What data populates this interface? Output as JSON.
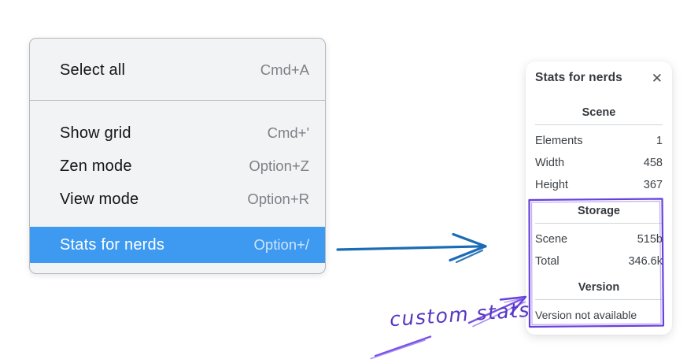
{
  "menu": {
    "items": [
      {
        "label": "Select all",
        "shortcut": "Cmd+A",
        "highlighted": false
      },
      {
        "label": "Show grid",
        "shortcut": "Cmd+'",
        "highlighted": false
      },
      {
        "label": "Zen mode",
        "shortcut": "Option+Z",
        "highlighted": false
      },
      {
        "label": "View mode",
        "shortcut": "Option+R",
        "highlighted": false
      },
      {
        "label": "Stats for nerds",
        "shortcut": "Option+/",
        "highlighted": true
      }
    ]
  },
  "stats_panel": {
    "title": "Stats for nerds",
    "close_icon": "✕",
    "sections": [
      {
        "heading": "Scene",
        "rows": [
          {
            "label": "Elements",
            "value": "1"
          },
          {
            "label": "Width",
            "value": "458"
          },
          {
            "label": "Height",
            "value": "367"
          }
        ]
      },
      {
        "heading": "Storage",
        "rows": [
          {
            "label": "Scene",
            "value": "515b"
          },
          {
            "label": "Total",
            "value": "346.6k"
          }
        ]
      },
      {
        "heading": "Version",
        "note": "Version not available"
      }
    ]
  },
  "annotation": {
    "label": "custom stats"
  },
  "colors": {
    "menu_highlight": "#3d9af0",
    "menu_background": "#f2f3f5",
    "blue_arrow": "#1c6bb5",
    "annotation_purple": "#6741d9",
    "annotation_light_purple": "#9a7cf0"
  }
}
